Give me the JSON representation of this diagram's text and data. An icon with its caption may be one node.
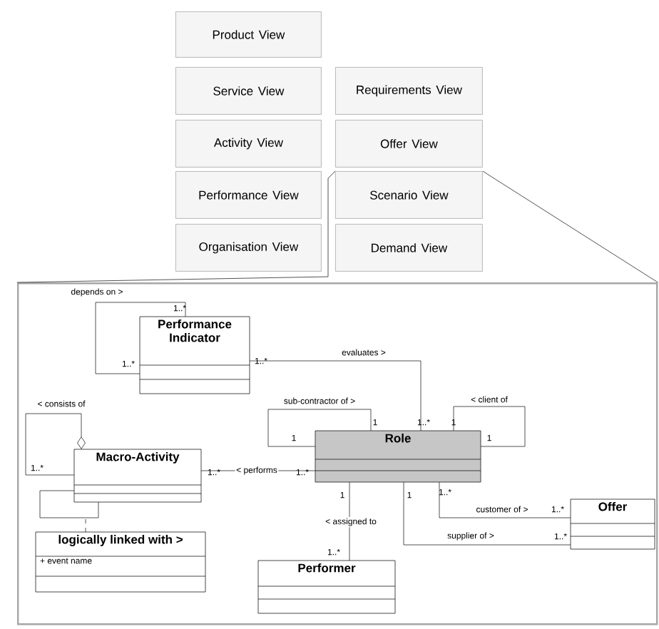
{
  "diagram": {
    "nodes": [
      {
        "text": [
          "Product View"
        ]
      },
      {
        "text": [
          "Service View"
        ]
      },
      {
        "text": [
          "Requirements View"
        ]
      },
      {
        "text": [
          "Activity View"
        ]
      },
      {
        "text": [
          "Offer View"
        ]
      },
      {
        "text": [
          "Performance View"
        ]
      },
      {
        "text": [
          "Scenario View"
        ]
      },
      {
        "text": [
          "Organisation View"
        ]
      },
      {
        "text": [
          "Demand View"
        ]
      },
      {
        "text": [],
        "shape": "box"
      },
      {
        "text": [
          "Performance Indicator"
        ],
        "in": 9
      },
      {
        "text": [
          "Macro-Activity"
        ],
        "in": 9
      },
      {
        "text": [
          "Role"
        ],
        "in": 9
      },
      {
        "text": [
          "Offer"
        ],
        "in": 9
      },
      {
        "text": [
          "logically linked with >",
          "+ event name"
        ],
        "in": 9
      },
      {
        "text": [
          "Performer"
        ],
        "in": 9
      }
    ],
    "edges": [
      {
        "from": 6,
        "to": 9,
        "arrow": "none"
      },
      {
        "from": 6,
        "to": 9,
        "arrow": "none"
      },
      {
        "from": 10,
        "to": 10,
        "arrow": "none",
        "label": "depends on >"
      },
      {
        "from": 10,
        "to": 12,
        "arrow": "none",
        "label": "evaluates >"
      },
      {
        "from": 11,
        "to": 11,
        "arrow": "other",
        "label": "< consists of"
      },
      {
        "from": 12,
        "to": 12,
        "arrow": "none",
        "label": "sub-contractor of >"
      },
      {
        "from": 12,
        "to": 12,
        "arrow": "none",
        "label": "< client of"
      },
      {
        "from": 11,
        "to": 12,
        "arrow": "none",
        "label": "< performs"
      },
      {
        "from": 11,
        "to": 11,
        "arrow": "none"
      },
      {
        "from": 14,
        "to": null,
        "arrow": "none",
        "style": "dashed"
      },
      {
        "from": 12,
        "to": 15,
        "arrow": "none",
        "label": "< assigned to"
      },
      {
        "from": 12,
        "to": 13,
        "arrow": "none",
        "label": "customer of >"
      },
      {
        "from": 12,
        "to": 13,
        "arrow": "none",
        "label": "supplier of >"
      }
    ],
    "labels": [
      "1..*",
      "1..*",
      "1..*",
      "1",
      "1",
      "1..*",
      "1",
      "1",
      "1..*",
      "1..*",
      "1..*",
      "1",
      "1",
      "1..*",
      "1..*",
      "1..*",
      "1..*"
    ]
  }
}
